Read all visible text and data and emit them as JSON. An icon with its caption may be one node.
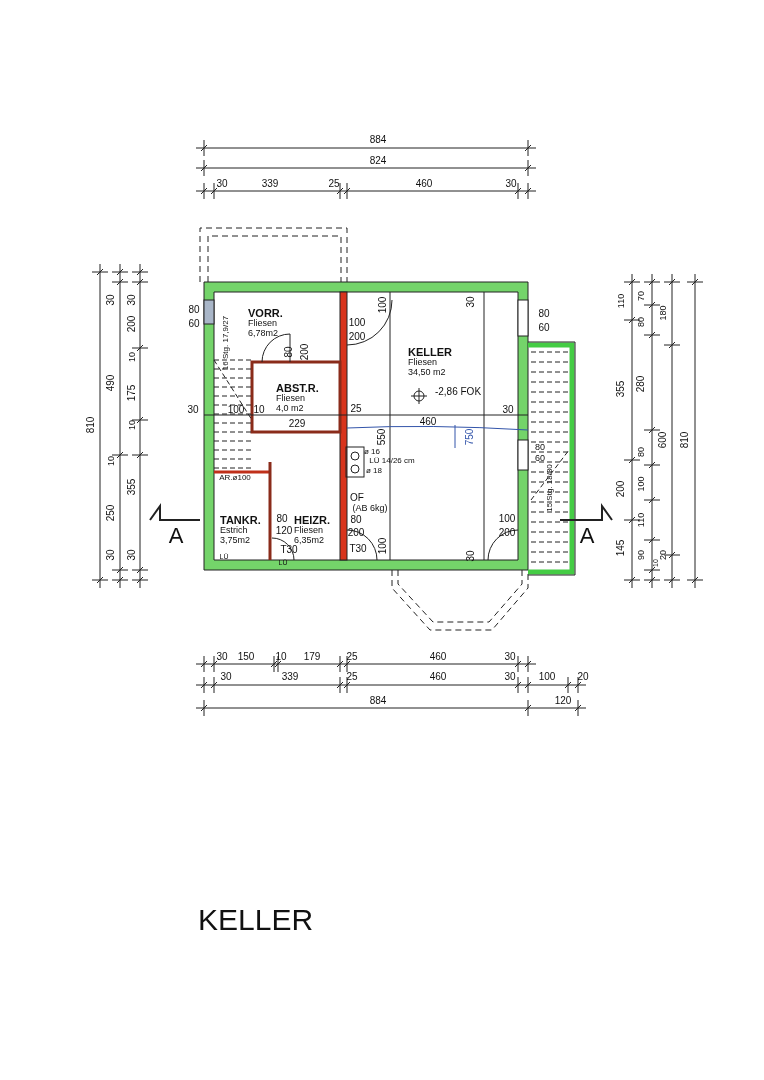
{
  "diagram": {
    "title": "KELLER",
    "nodes": [
      {
        "text": [
          "VORR.",
          "Fliesen",
          "6,78m2"
        ]
      },
      {
        "text": [
          "ABST.R.",
          "Fliesen",
          "4,0 m2"
        ]
      },
      {
        "text": [
          "KELLER",
          "Fliesen",
          "34,50 m2"
        ]
      },
      {
        "text": [
          "TANKR.",
          "Estrich",
          "3,75m2"
        ]
      },
      {
        "text": [
          "HEIZR.",
          "Fliesen",
          "6,35m2"
        ]
      }
    ],
    "labels": [
      "884",
      "824",
      "30",
      "339",
      "25",
      "460",
      "30",
      "30",
      "30",
      "200",
      "10",
      "490",
      "175",
      "810",
      "10",
      "10",
      "355",
      "250",
      "30",
      "30",
      "110",
      "70",
      "180",
      "80",
      "355",
      "280",
      "600",
      "810",
      "80",
      "200",
      "100",
      "110",
      "145",
      "90",
      "20",
      "10",
      "80",
      "60",
      "16 Stg. 17,9/27",
      "80",
      "200",
      "100",
      "200",
      "100",
      "80",
      "60",
      "-2,86 FOK",
      "30",
      "100",
      "10",
      "25",
      "30",
      "229",
      "460",
      "550",
      "750",
      "80",
      "60",
      "ø 16",
      "LÜ 14/26 cm",
      "ø 18",
      "AR.ø100",
      "15 Stg. 18/30",
      "OF",
      "(AB 6kg)",
      "80",
      "120",
      "80",
      "200",
      "100",
      "200",
      "A",
      "A",
      "T30",
      "T30",
      "100",
      "30",
      "30",
      "LÜ",
      "LÜ",
      "30",
      "150",
      "10",
      "179",
      "25",
      "460",
      "30",
      "30",
      "339",
      "25",
      "460",
      "30",
      "100",
      "20",
      "884",
      "120"
    ]
  }
}
